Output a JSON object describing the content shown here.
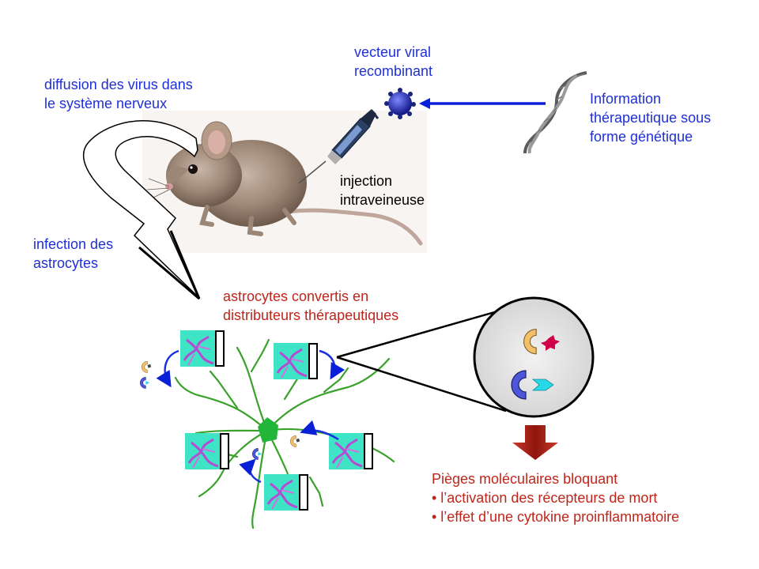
{
  "labels": {
    "vector": [
      "vecteur viral",
      "recombinant"
    ],
    "information": [
      "Information",
      "thérapeutique sous",
      "forme génétique"
    ],
    "diffusion": [
      "diffusion des virus dans",
      "le système nerveux"
    ],
    "injection": [
      "injection",
      "intraveineuse"
    ],
    "infection": [
      "infection des",
      "astrocytes"
    ],
    "converted": [
      "astrocytes convertis en",
      "distributeurs thérapeutiques"
    ],
    "traps": {
      "title": "Pièges moléculaires bloquant",
      "items": [
        "• l’activation des récepteurs de mort",
        "• l’effet d’une cytokine proinflammatoire"
      ]
    }
  },
  "colors": {
    "blue_text": "#1f2fd6",
    "red_text": "#c0251b",
    "arrow_blue": "#0a1fd8",
    "down_arrow": "#b32014",
    "astrocyte": "#3aa12b",
    "cell_panel": "#33e0c0",
    "trap_orange": "#f3c06a",
    "trap_blue": "#4d55d8",
    "ligand_cyan": "#27d8e6",
    "ligand_magenta": "#d0004a"
  },
  "icons": [
    "mouse",
    "syringe",
    "virus",
    "dna-helix",
    "astrocyte",
    "molecular-trap",
    "magnified-view",
    "down-arrow"
  ]
}
